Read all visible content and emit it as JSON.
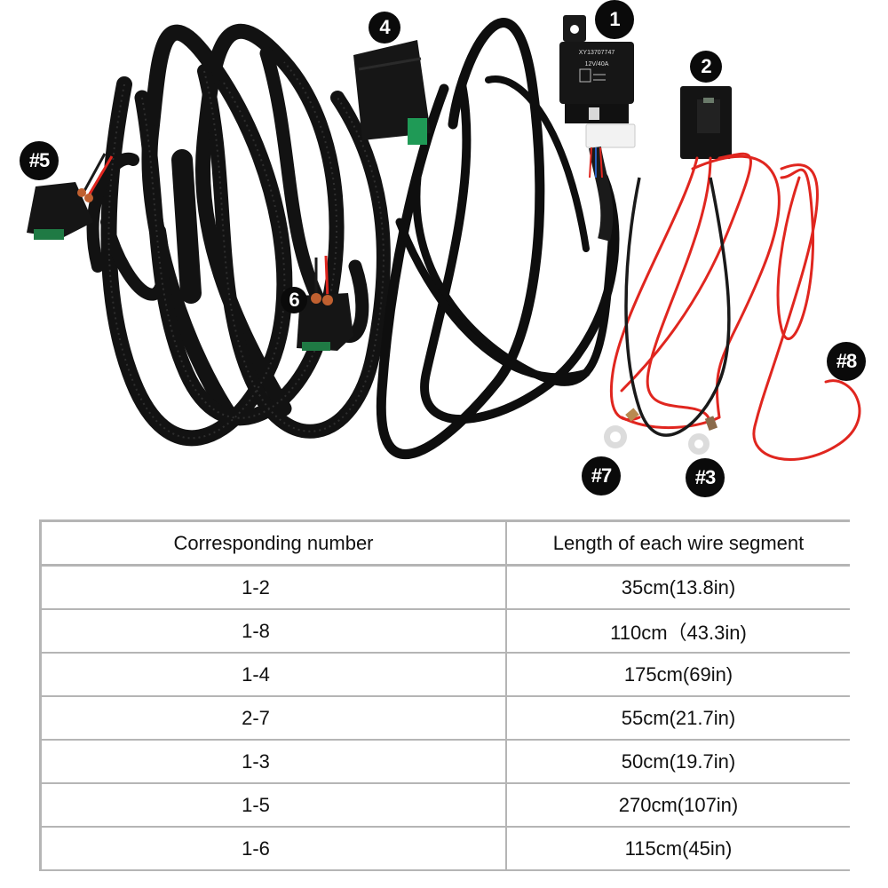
{
  "diagram": {
    "subject": "Fog light wiring harness",
    "relay_label": {
      "line1": "XY13707747",
      "line2": "12V/40A"
    },
    "callouts": [
      {
        "id": "1",
        "label": "1",
        "component": "relay"
      },
      {
        "id": "2",
        "label": "2",
        "component": "fuse-holder"
      },
      {
        "id": "3",
        "label": "#3",
        "component": "ring-terminal-ground"
      },
      {
        "id": "4",
        "label": "4",
        "component": "switch"
      },
      {
        "id": "5",
        "label": "#5",
        "component": "light-connector"
      },
      {
        "id": "6",
        "label": "6",
        "component": "light-connector"
      },
      {
        "id": "7",
        "label": "#7",
        "component": "ring-terminal-battery"
      },
      {
        "id": "8",
        "label": "#8",
        "component": "wire-end"
      }
    ],
    "colors": {
      "sheath": "#111111",
      "wire_red": "#e0261f",
      "wire_black": "#1a1a1a",
      "badge_bg": "#0a0a0a",
      "badge_text": "#ffffff",
      "connector_green": "#1f9a56",
      "terminal": "#dcdcdc",
      "table_border": "#b5b5b5"
    }
  },
  "table": {
    "headers": [
      "Corresponding number",
      "Length of each wire segment"
    ],
    "rows": [
      {
        "pair": "1-2",
        "length": "35cm(13.8in)"
      },
      {
        "pair": "1-8",
        "length": "110cm（43.3in)"
      },
      {
        "pair": "1-4",
        "length": "175cm(69in)"
      },
      {
        "pair": "2-7",
        "length": "55cm(21.7in)"
      },
      {
        "pair": "1-3",
        "length": "50cm(19.7in)"
      },
      {
        "pair": "1-5",
        "length": "270cm(107in)"
      },
      {
        "pair": "1-6",
        "length": "115cm(45in)"
      }
    ]
  }
}
